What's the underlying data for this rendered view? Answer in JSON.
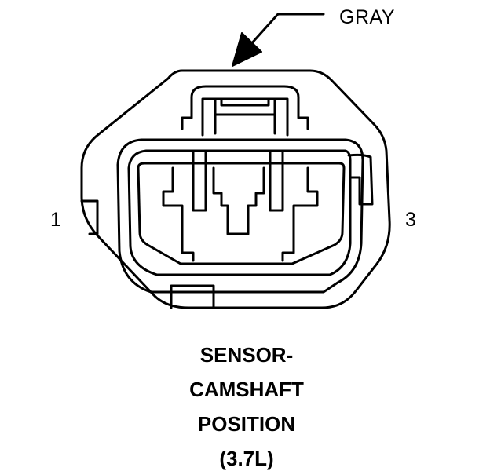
{
  "callout": {
    "label": "GRAY"
  },
  "pins": {
    "left": "1",
    "right": "3"
  },
  "title_lines": [
    "SENSOR-",
    "CAMSHAFT",
    "POSITION",
    "(3.7L)"
  ]
}
